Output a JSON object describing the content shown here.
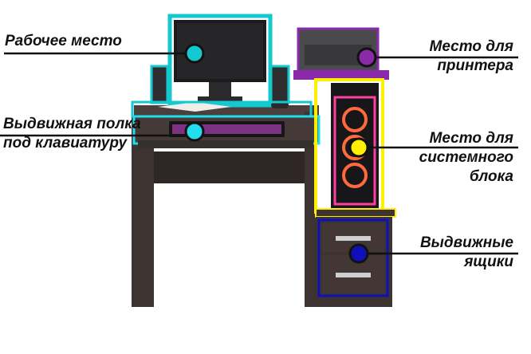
{
  "labels": {
    "workplace": [
      "Рабочее место"
    ],
    "keyboard_shelf": [
      "Выдвижная полка",
      "под клавиатуру"
    ],
    "printer": [
      "Место для",
      "принтера"
    ],
    "system_unit": [
      "Место для",
      "системного",
      "блока"
    ],
    "drawers": [
      "Выдвижные",
      "ящики"
    ]
  },
  "colors": {
    "workplace": "#14c8cf",
    "keyboard_shelf": "#22ddee",
    "printer": "#8b2aa8",
    "system_unit": "#ffef00",
    "drawers": "#1010b8",
    "desk_wood": "#3d3330",
    "leader_line": "#111111"
  }
}
